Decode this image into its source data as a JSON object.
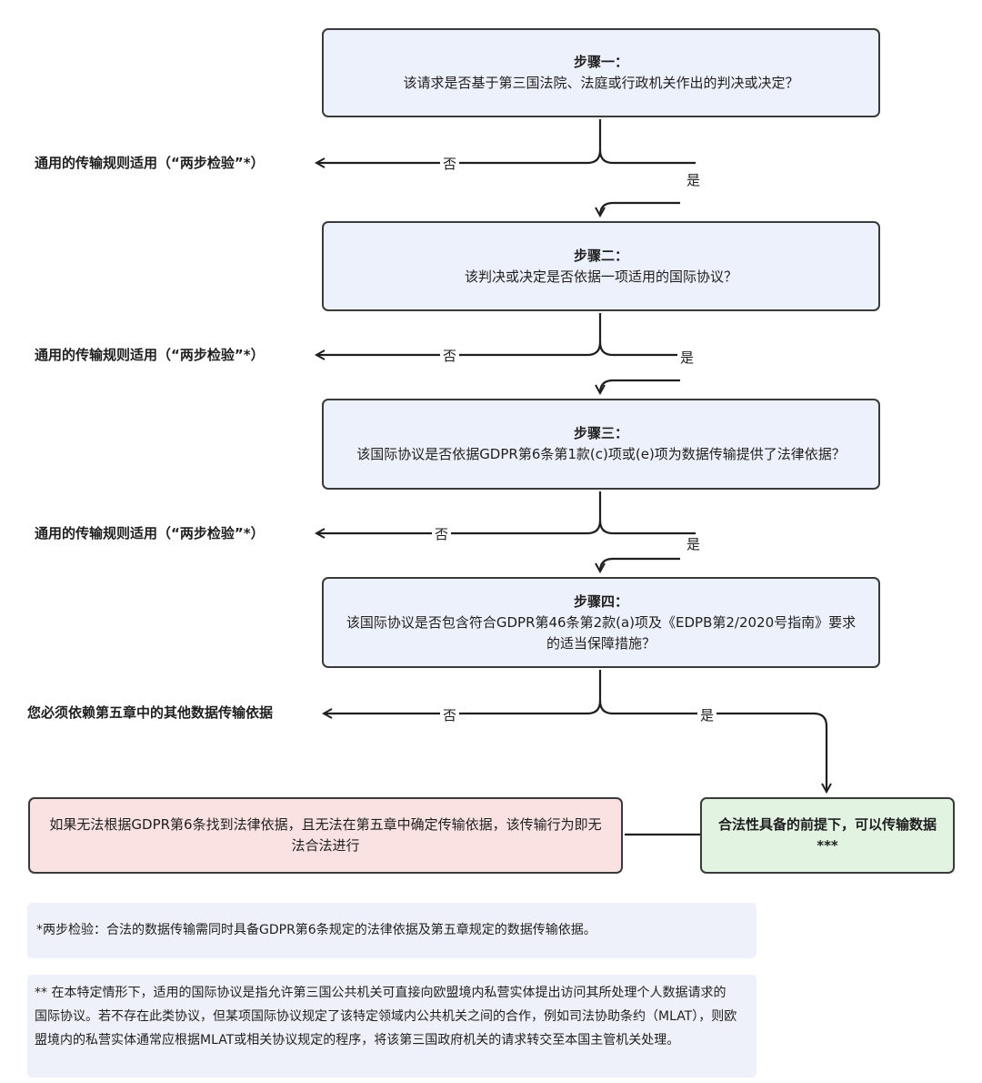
{
  "step1": {
    "title": "步骤一：",
    "question": "该请求是否基于第三国法院、法庭或行政机关作出的判决或决定？"
  },
  "step2": {
    "title": "步骤二：",
    "question": "该判决或决定是否依据一项适用的国际协议？"
  },
  "step3": {
    "title": "步骤三：",
    "question": "该国际协议是否依据GDPR第6条第1款(c)项或(e)项为数据传输提供了法律依据？"
  },
  "step4": {
    "title": "步骤四：",
    "question": "该国际协议是否包含符合GDPR第46条第2款(a)项及《EDPB第2/2020号指南》要求的适当保障措施？"
  },
  "labels": {
    "no": "否",
    "yes": "是"
  },
  "general_rule": "通用的传输规则适用（“两步检验”*）",
  "other_basis": "您必须依赖第五章中的其他数据传输依据",
  "outcome_unlawful": "如果无法根据GDPR第6条找到法律依据，且无法在第五章中确定传输依据，该传输行为即无法合法进行",
  "outcome_lawful": "合法性具备的前提下，可以传输数据***",
  "note1": "*两步检验：合法的数据传输需同时具备GDPR第6条规定的法律依据及第五章规定的数据传输依据。",
  "note2": "** 在本特定情形下，适用的国际协议是指允许第三国公共机关可直接向欧盟境内私营实体提出访问其所处理个人数据请求的国际协议。若不存在此类协议，但某项国际协议规定了该特定领域内公共机关之间的合作，例如司法协助条约（MLAT），则欧盟境内的私营实体通常应根据MLAT或相关协议规定的程序，将该第三国政府机关的请求转交至本国主管机关处理。",
  "colors": {
    "step_fill": "#edf1fb",
    "red_fill": "#fbe2e2",
    "green_fill": "#e2f3e2",
    "note_fill": "#eef1f9",
    "stroke": "#3a3a3a"
  }
}
